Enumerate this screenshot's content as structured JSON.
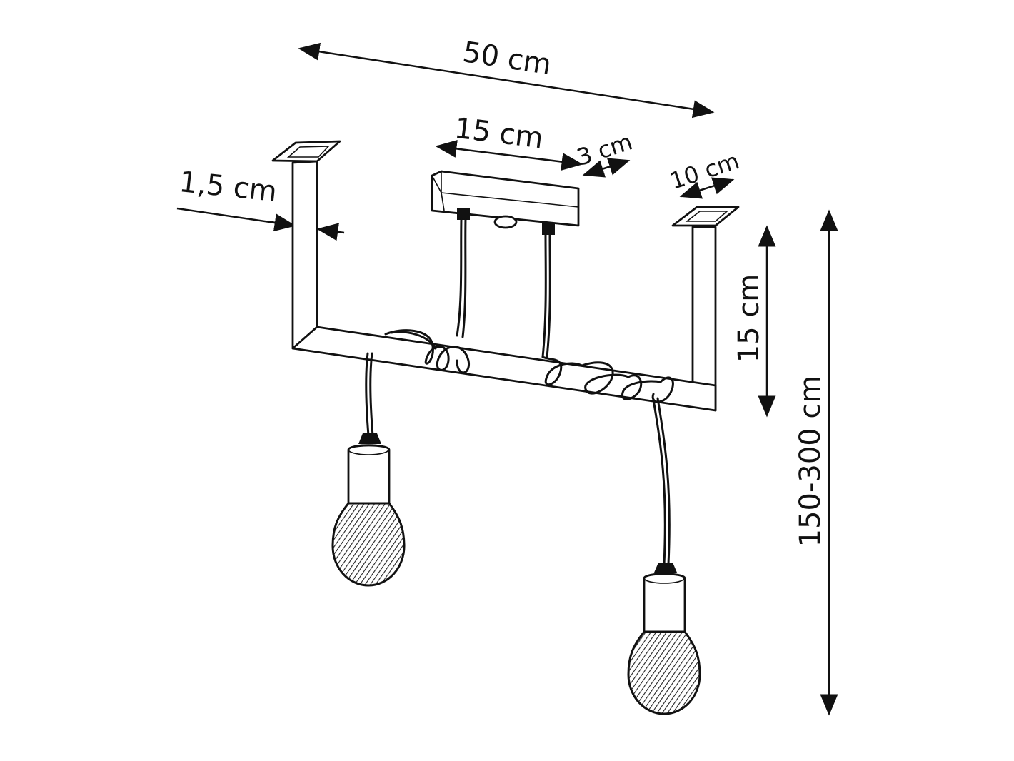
{
  "dimensions": {
    "length": "50 cm",
    "canopy_length": "15 cm",
    "canopy_width": "3 cm",
    "plate_width": "10 cm",
    "bar_thickness": "1,5 cm",
    "frame_drop": "15 cm",
    "total_height": "150-300 cm"
  },
  "colors": {
    "ink": "#111111",
    "paper": "#ffffff"
  }
}
